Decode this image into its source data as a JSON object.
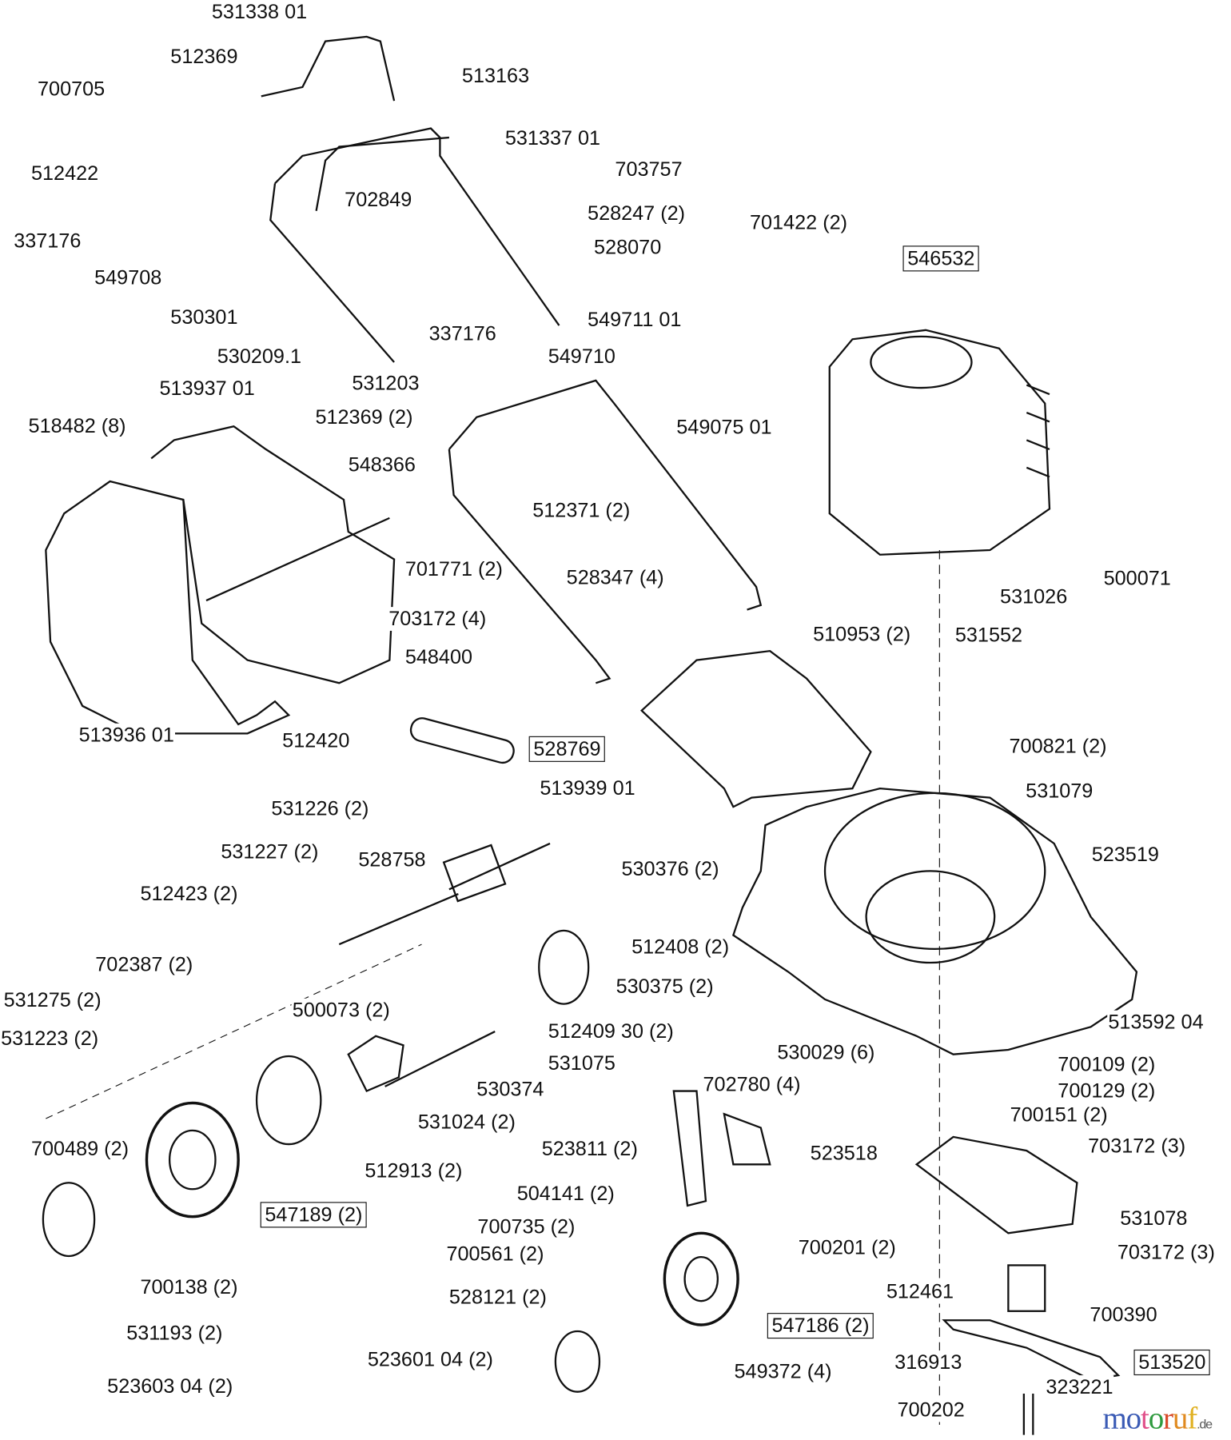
{
  "diagram": {
    "type": "exploded parts diagram",
    "parts": [
      "531338 01",
      "512369",
      "700705",
      "513163",
      "531337 01",
      "512422",
      "703757",
      "702849",
      "528247 (2)",
      "701422 (2)",
      "337176",
      "528070",
      "546532",
      "549708",
      "530301",
      "549711 01",
      "337176",
      "530209.1",
      "549710",
      "531203",
      "513937 01",
      "512369 (2)",
      "549075 01",
      "518482 (8)",
      "548366",
      "512371 (2)",
      "701771 (2)",
      "500071",
      "528347 (4)",
      "531026",
      "703172 (4)",
      "510953 (2)",
      "531552",
      "548400",
      "513936 01",
      "512420",
      "528769",
      "700821 (2)",
      "513939 01",
      "531079",
      "531226 (2)",
      "531227 (2)",
      "528758",
      "523519",
      "530376 (2)",
      "512423 (2)",
      "702387 (2)",
      "512408 (2)",
      "530375 (2)",
      "531275 (2)",
      "500073 (2)",
      "513592 04",
      "512409 30 (2)",
      "531223 (2)",
      "530029 (6)",
      "531075",
      "700109 (2)",
      "702780 (4)",
      "530374",
      "700129 (2)",
      "700151 (2)",
      "531024 (2)",
      "700489 (2)",
      "523811 (2)",
      "523518",
      "703172 (3)",
      "512913 (2)",
      "504141 (2)",
      "547189 (2)",
      "531078",
      "700735 (2)",
      "700201 (2)",
      "703172 (3)",
      "700561 (2)",
      "700138 (2)",
      "512461",
      "528121 (2)",
      "700390",
      "547186 (2)",
      "531193 (2)",
      "523601 04 (2)",
      "316913",
      "513520",
      "549372 (4)",
      "523603 04 (2)",
      "700202",
      "323221"
    ],
    "boxed_parts": [
      "546532",
      "528769",
      "547189 (2)",
      "547186 (2)",
      "513520"
    ]
  },
  "watermark": {
    "text": "motoruf.de",
    "letters": [
      "m",
      "o",
      "t",
      "o",
      "r",
      "u",
      "f"
    ],
    "suffix": ".de",
    "colors": [
      "#3b5bb5",
      "#3b5bb5",
      "#e0508a",
      "#2e9a3e",
      "#d84a2a",
      "#e08a20",
      "#e0b020"
    ]
  }
}
